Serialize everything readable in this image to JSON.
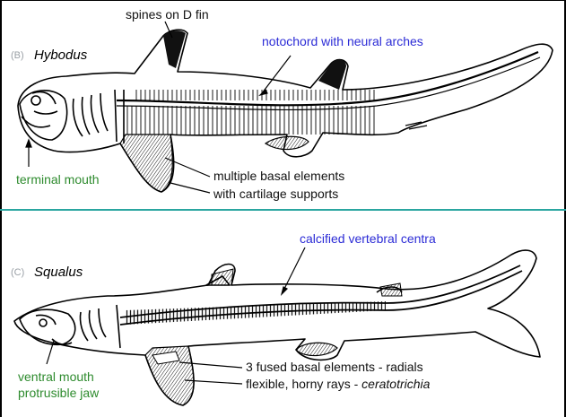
{
  "colors": {
    "divider": "#2aa6a0",
    "blue_label": "#2b2bd6",
    "green_label": "#2e8b2e",
    "panel_letter": "#9aa0a6"
  },
  "panel_b": {
    "letter": "(B)",
    "species": "Hybodus",
    "labels": {
      "spines": "spines on D fin",
      "notochord": "notochord with neural arches",
      "terminal_mouth": "terminal mouth",
      "basal_1": "multiple basal elements",
      "basal_2": "with cartilage supports"
    }
  },
  "panel_c": {
    "letter": "(C)",
    "species": "Squalus",
    "labels": {
      "centra": "calcified vertebral centra",
      "ventral_1": "ventral mouth",
      "ventral_2": "protrusible jaw",
      "radials": "3 fused basal elements - radials",
      "rays_prefix": "flexible, horny rays - ",
      "rays_term": "ceratotrichia"
    }
  }
}
